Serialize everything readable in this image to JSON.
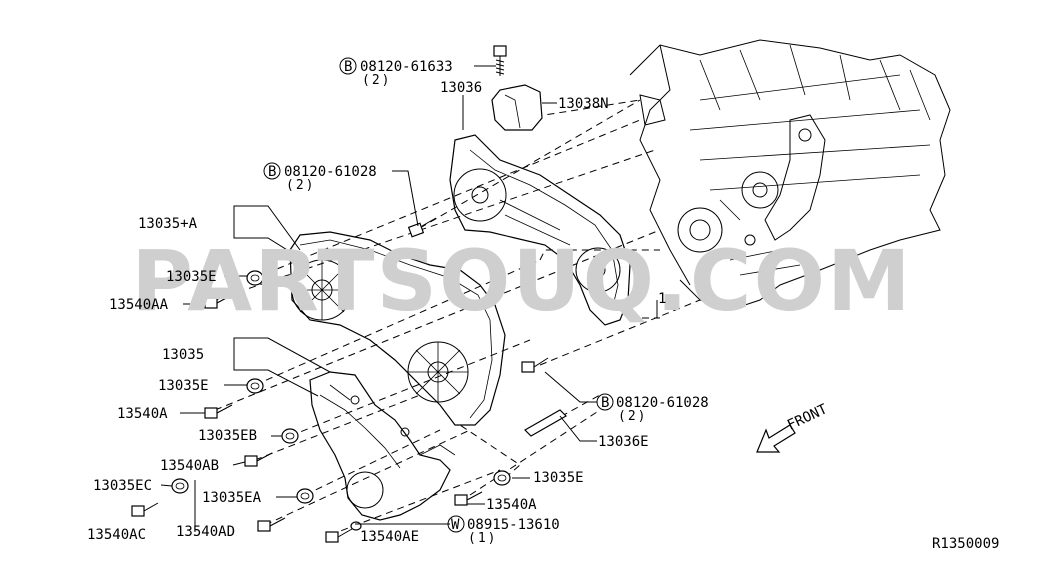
{
  "watermark": "PARTSOUQ.COM",
  "drawing_id": "R1350009",
  "front_label": "FRONT",
  "callouts": {
    "bolt_top": {
      "prefix": "B",
      "number": "08120-61633",
      "qty": "(2)"
    },
    "cover_upper": "13036",
    "gasket_upper": "13038N",
    "bolt_mid": {
      "prefix": "B",
      "number": "08120-61028",
      "qty": "(2)"
    },
    "cover_front_upper": "13035+A",
    "grommet_1": "13035E",
    "bolt_aa": "13540AA",
    "cover_front": "13035",
    "grommet_2": "13035E",
    "bolt_a1": "13540A",
    "grommet_eb": "13035EB",
    "bolt_ab": "13540AB",
    "grommet_ec": "13035EC",
    "bolt_ac": "13540AC",
    "grommet_ea": "13035EA",
    "bolt_ad": "13540AD",
    "bolt_ae": "13540AE",
    "bolt_right": {
      "prefix": "B",
      "number": "08120-61028",
      "qty": "(2)"
    },
    "seal_strip": "13036E",
    "grommet_3": "13035E",
    "bolt_a2": "13540A",
    "washer": {
      "prefix": "W",
      "number": "08915-13610",
      "qty": "(1)"
    },
    "ref_number": "1"
  }
}
